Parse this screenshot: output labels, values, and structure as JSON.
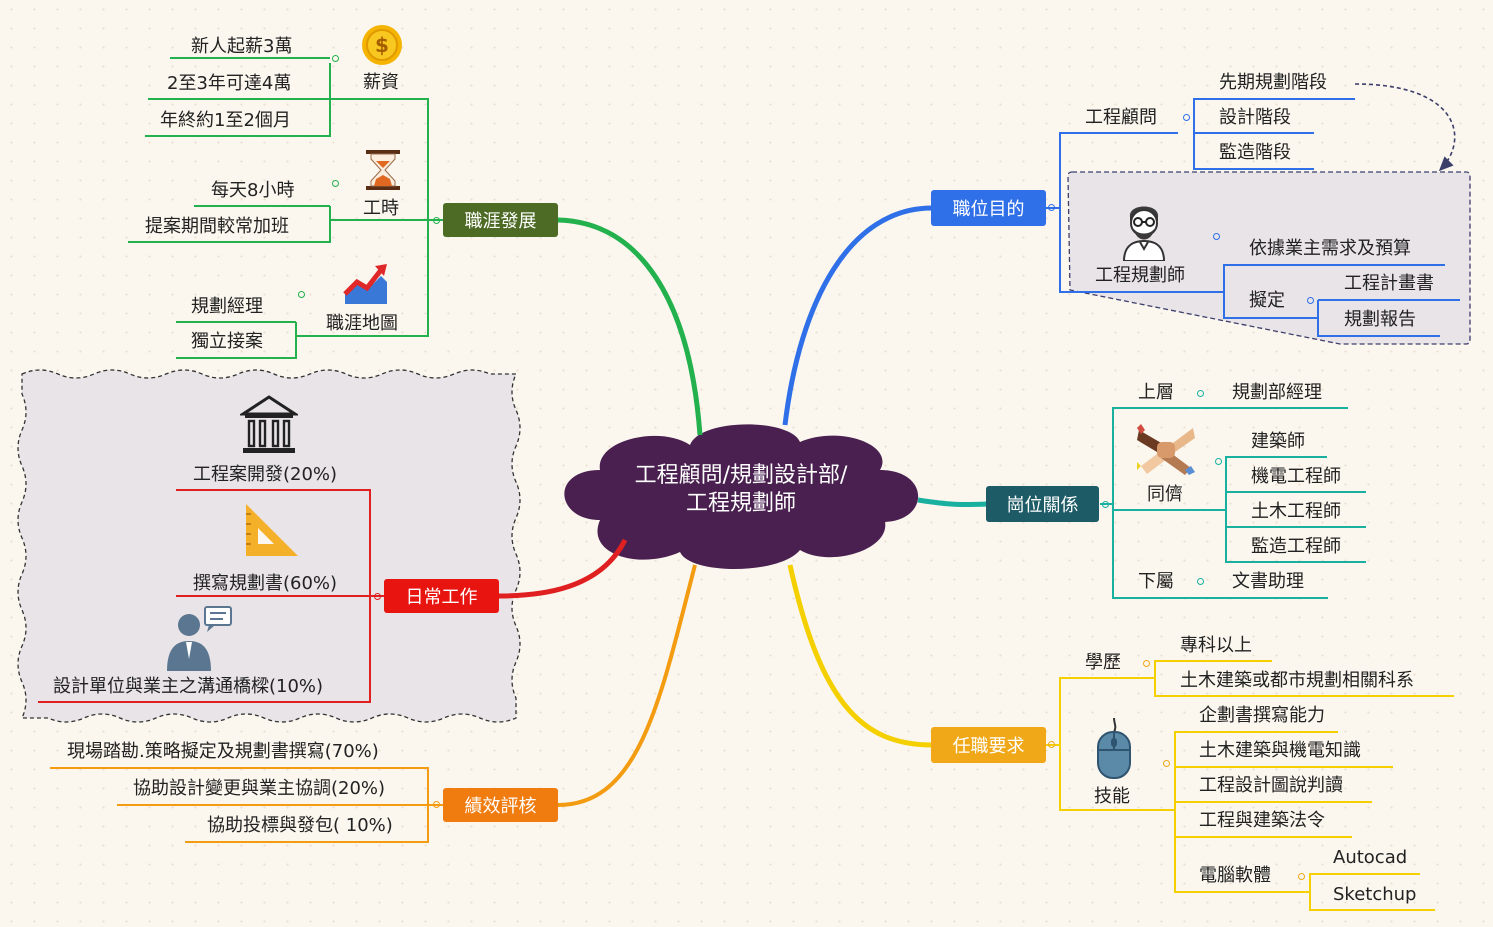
{
  "center": {
    "line1": "工程顧問/規劃設計部/",
    "line2": "工程規劃師"
  },
  "colors": {
    "career": "#4d6b25",
    "career_branch": "#22b14c",
    "daily": "#e02020",
    "eval": "#f39c12",
    "eval_box": "#f07c10",
    "purpose": "#2f6fe8",
    "relation": "#1d5b66",
    "relation_branch": "#1ab0a0",
    "req": "#f0a818",
    "req_branch": "#f5d000",
    "center": "#4a2050"
  },
  "career": {
    "label": "職涯發展",
    "salary": {
      "label": "薪資",
      "icon": "coin-icon",
      "items": [
        "新人起薪3萬",
        "2至3年可達4萬",
        "年終約1至2個月"
      ]
    },
    "hours": {
      "label": "工時",
      "icon": "hourglass-icon",
      "items": [
        "每天8小時",
        "提案期間較常加班"
      ]
    },
    "path": {
      "label": "職涯地圖",
      "icon": "growth-chart-icon",
      "items": [
        "規劃經理",
        "獨立接案"
      ]
    }
  },
  "daily": {
    "label": "日常工作",
    "items": [
      {
        "label": "工程案開發(20%)",
        "icon": "bank-icon"
      },
      {
        "label": "撰寫規劃書(60%)",
        "icon": "set-square-icon"
      },
      {
        "label": "設計單位與業主之溝通橋樑(10%)",
        "icon": "presenter-icon"
      }
    ]
  },
  "eval": {
    "label": "績效評核",
    "items": [
      "現場踏勘.策略擬定及規劃書撰寫(70%)",
      "協助設計變更與業主協調(20%)",
      "協助投標與發包( 10%)"
    ]
  },
  "purpose": {
    "label": "職位目的",
    "consultant": {
      "label": "工程顧問",
      "items": [
        "先期規劃階段",
        "設計階段",
        "監造階段"
      ]
    },
    "planner": {
      "label": "工程規劃師",
      "icon": "person-icon",
      "item1": "依據業主需求及預算",
      "draft": {
        "label": "擬定",
        "items": [
          "工程計畫書",
          "規劃報告"
        ]
      }
    }
  },
  "relation": {
    "label": "崗位關係",
    "upper": {
      "label": "上層",
      "value": "規劃部經理"
    },
    "peer": {
      "label": "同儕",
      "icon": "hands-icon",
      "items": [
        "建築師",
        "機電工程師",
        "土木工程師",
        "監造工程師"
      ]
    },
    "lower": {
      "label": "下屬",
      "value": "文書助理"
    }
  },
  "req": {
    "label": "任職要求",
    "edu": {
      "label": "學歷",
      "items": [
        "專科以上",
        "土木建築或都市規劃相關科系"
      ]
    },
    "skill": {
      "label": "技能",
      "icon": "mouse-icon",
      "items": [
        "企劃書撰寫能力",
        "土木建築與機電知識",
        "工程設計圖說判讀",
        "工程與建築法令"
      ],
      "software": {
        "label": "電腦軟體",
        "items": [
          "Autocad",
          "Sketchup"
        ]
      }
    }
  }
}
